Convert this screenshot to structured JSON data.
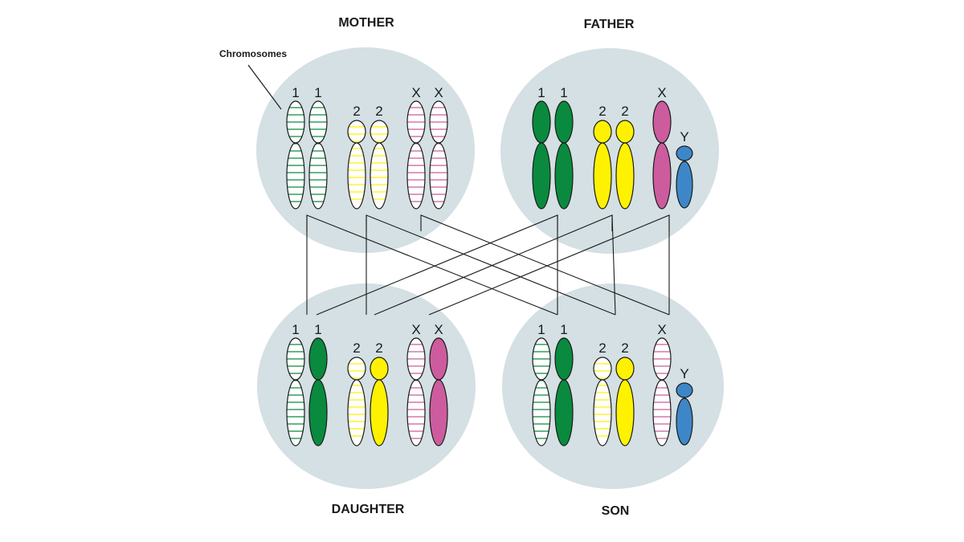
{
  "captions": {
    "mother": "MOTHER",
    "father": "FATHER",
    "daughter": "DAUGHTER",
    "son": "SON",
    "chromosomes": "Chromosomes"
  },
  "colors": {
    "cell_fill": "#d4e0e3",
    "chr1": "#0a8a3e",
    "chr2": "#fff200",
    "chrX": "#cc5c9e",
    "chrY": "#3d87c8",
    "outline": "#1a1a1a"
  },
  "cells": [
    {
      "key": "mother",
      "chromosomes": [
        {
          "label": "1",
          "type": "chr1",
          "style": "striped"
        },
        {
          "label": "1",
          "type": "chr1",
          "style": "striped"
        },
        {
          "label": "2",
          "type": "chr2",
          "style": "striped"
        },
        {
          "label": "2",
          "type": "chr2",
          "style": "striped"
        },
        {
          "label": "X",
          "type": "chrX",
          "style": "striped"
        },
        {
          "label": "X",
          "type": "chrX",
          "style": "striped"
        }
      ]
    },
    {
      "key": "father",
      "chromosomes": [
        {
          "label": "1",
          "type": "chr1",
          "style": "solid"
        },
        {
          "label": "1",
          "type": "chr1",
          "style": "solid"
        },
        {
          "label": "2",
          "type": "chr2",
          "style": "solid"
        },
        {
          "label": "2",
          "type": "chr2",
          "style": "solid"
        },
        {
          "label": "X",
          "type": "chrX",
          "style": "solid"
        },
        {
          "label": "Y",
          "type": "chrY",
          "style": "solid"
        }
      ]
    },
    {
      "key": "daughter",
      "chromosomes": [
        {
          "label": "1",
          "type": "chr1",
          "style": "striped"
        },
        {
          "label": "1",
          "type": "chr1",
          "style": "solid"
        },
        {
          "label": "2",
          "type": "chr2",
          "style": "striped"
        },
        {
          "label": "2",
          "type": "chr2",
          "style": "solid"
        },
        {
          "label": "X",
          "type": "chrX",
          "style": "striped"
        },
        {
          "label": "X",
          "type": "chrX",
          "style": "solid"
        }
      ]
    },
    {
      "key": "son",
      "chromosomes": [
        {
          "label": "1",
          "type": "chr1",
          "style": "striped"
        },
        {
          "label": "1",
          "type": "chr1",
          "style": "solid"
        },
        {
          "label": "2",
          "type": "chr2",
          "style": "striped"
        },
        {
          "label": "2",
          "type": "chr2",
          "style": "solid"
        },
        {
          "label": "X",
          "type": "chrX",
          "style": "striped"
        },
        {
          "label": "Y",
          "type": "chrY",
          "style": "solid"
        }
      ]
    }
  ],
  "inheritance": [
    {
      "from": "mother",
      "to": "daughter",
      "chromosome": "1"
    },
    {
      "from": "mother",
      "to": "daughter",
      "chromosome": "2"
    },
    {
      "from": "mother",
      "to": "son",
      "chromosome": "1"
    },
    {
      "from": "mother",
      "to": "son",
      "chromosome": "2"
    },
    {
      "from": "mother",
      "to": "son",
      "chromosome": "X"
    },
    {
      "from": "father",
      "to": "daughter",
      "chromosome": "1"
    },
    {
      "from": "father",
      "to": "daughter",
      "chromosome": "2"
    },
    {
      "from": "father",
      "to": "daughter",
      "chromosome": "X"
    },
    {
      "from": "father",
      "to": "son",
      "chromosome": "1"
    },
    {
      "from": "father",
      "to": "son",
      "chromosome": "2"
    },
    {
      "from": "father",
      "to": "son",
      "chromosome": "Y"
    }
  ]
}
